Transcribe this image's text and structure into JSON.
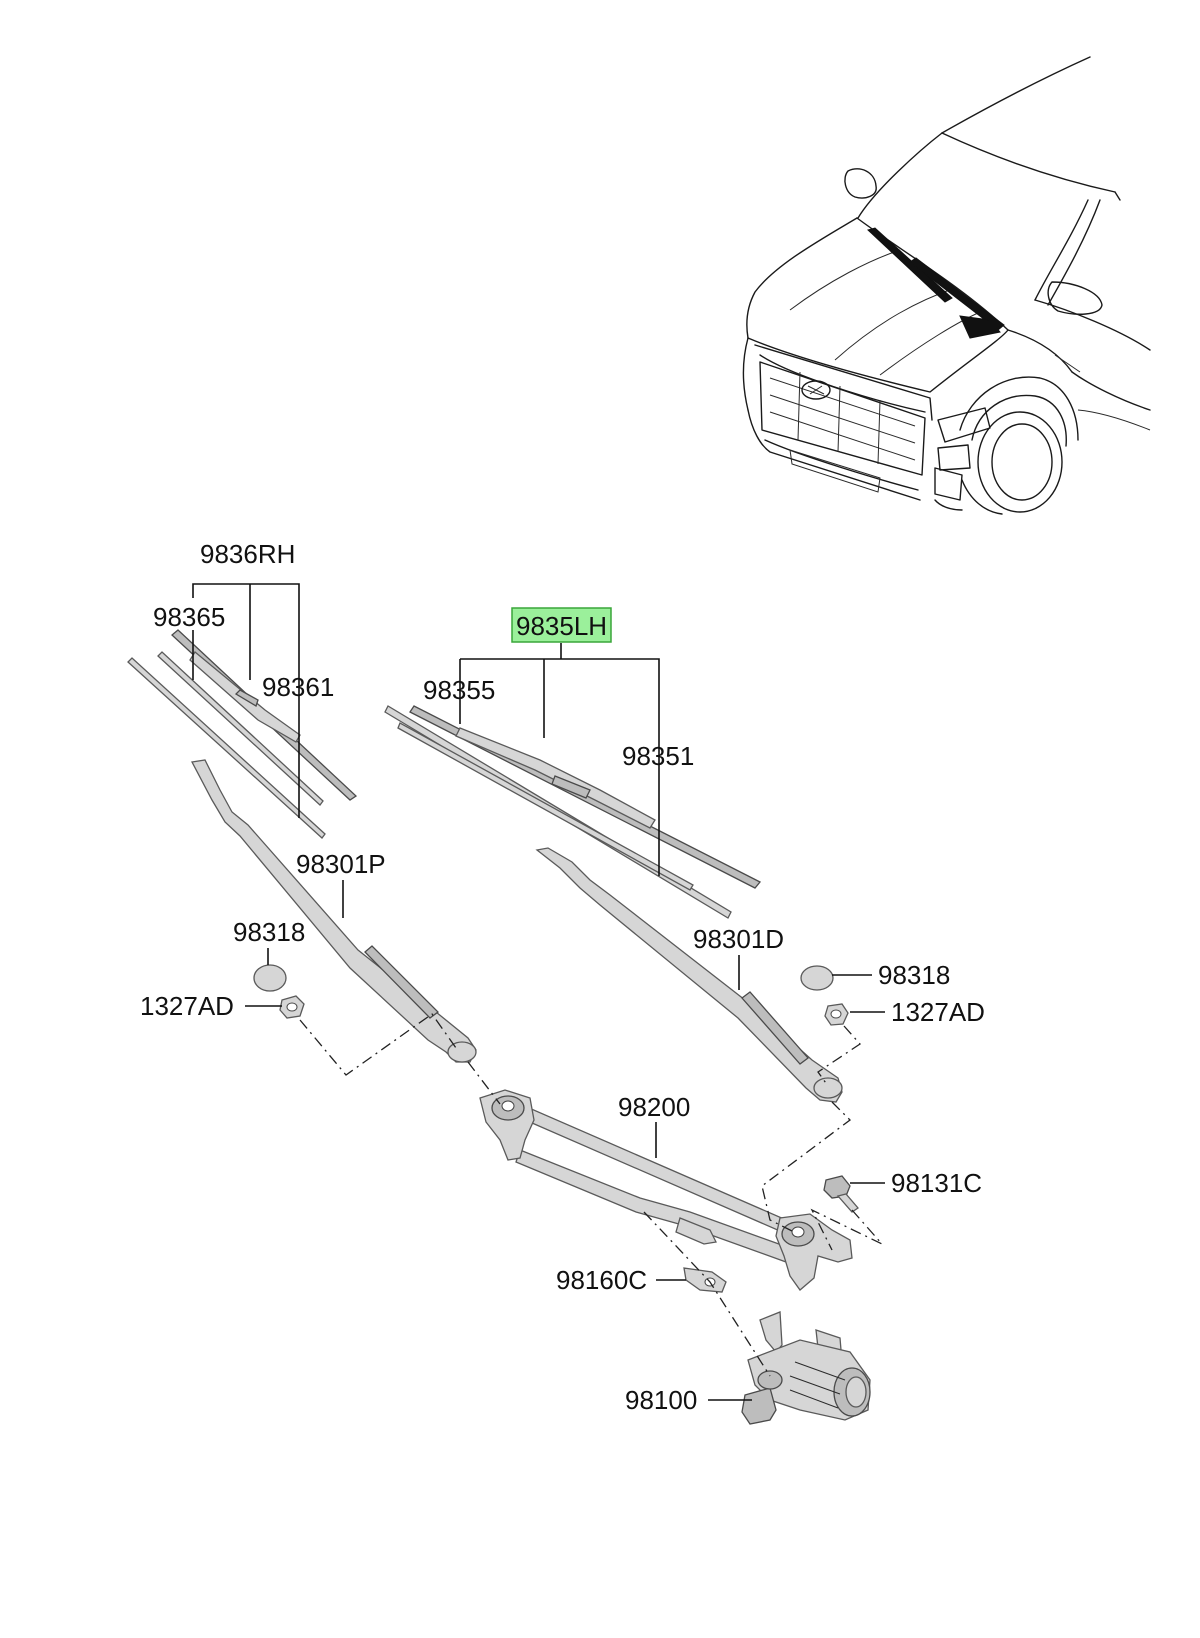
{
  "diagram": {
    "highlight_color": "#9bf09b",
    "highlight_border": "#3aa63a",
    "callouts": {
      "rh_set": "9836RH",
      "rh_blade_strip": "98365",
      "rh_blade": "98361",
      "lh_set": "9835LH",
      "lh_blade_strip": "98355",
      "lh_blade": "98351",
      "arm_passenger": "98301P",
      "arm_driver": "98301D",
      "cap_left": "98318",
      "cap_right": "98318",
      "nut_left": "1327AD",
      "nut_right": "1327AD",
      "linkage": "98200",
      "bolt": "98131C",
      "bracket": "98160C",
      "motor": "98100"
    },
    "highlighted": "lh_set",
    "icon": "vehicle-front-wiper-location-icon"
  }
}
